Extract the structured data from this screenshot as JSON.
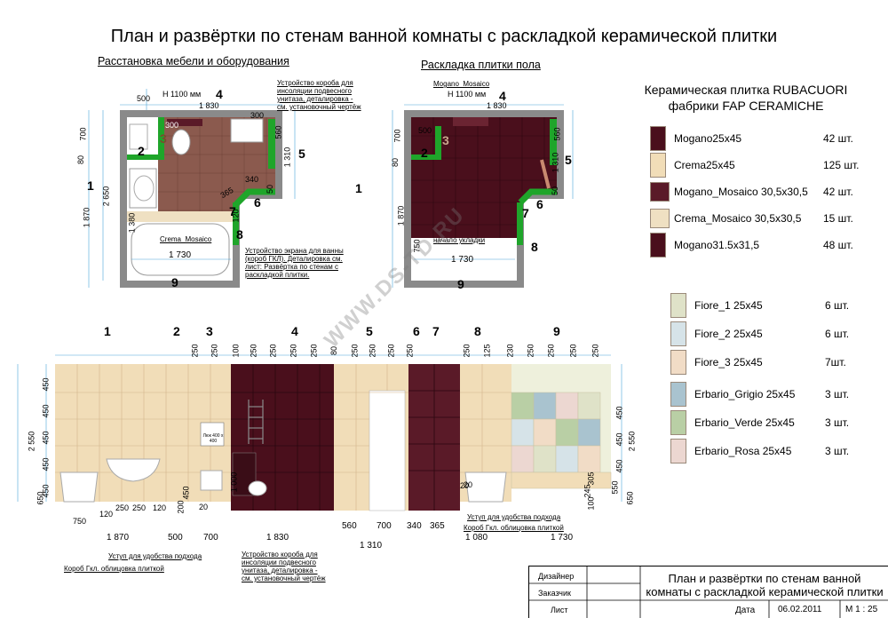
{
  "title": "План и развёртки по стенам ванной комнаты с раскладкой керамической плитки",
  "plan_furniture": {
    "subtitle": "Расстановка мебели и оборудования",
    "note_box_top": [
      "Устройство короба для",
      "инсоляции подвесного",
      "унитаза, деталировка -",
      "см. установочный чертёж"
    ],
    "note_screen": [
      "Устройство экрана для ванны",
      "(короб ГКЛ). Деталировка см.",
      "лист: Развёртка по стенам с",
      "раскладкой плитки."
    ],
    "h_label": "Н 1100 мм",
    "cm_label": "СМ",
    "crema_label": "Crema_Mosaico",
    "dims": {
      "d500": "500",
      "d1830": "1 830",
      "d300a": "300",
      "d300b": "300",
      "d700": "700",
      "d80": "80",
      "d2650": "2 650",
      "d1870": "1 870",
      "d560": "560",
      "d1310": "1 310",
      "d340": "340",
      "d365": "365",
      "d50": "50",
      "d120": "120",
      "d1380": "1 380",
      "d1730": "1 730"
    }
  },
  "plan_floor": {
    "subtitle": "Раскладка плитки пола",
    "mosaico_label": "Mogano_Mosaico",
    "h_label": "Н 1100 мм",
    "start_label": "начало укладки",
    "dims": {
      "d500": "500",
      "d1830": "1 830",
      "d700": "700",
      "d80": "80",
      "d1870": "1 870",
      "d560": "560",
      "d1310": "1 310",
      "d50": "50",
      "d750": "750",
      "d1730": "1 730"
    }
  },
  "wall_numbers": {
    "w1": "1",
    "w2": "2",
    "w3": "3",
    "w4": "4",
    "w5": "5",
    "w6": "6",
    "w7": "7",
    "w8": "8",
    "w9": "9"
  },
  "legend": {
    "title_line1": "Керамическая плитка  RUBACUORI",
    "title_line2": "фабрики FAP CERAMICHE",
    "items": [
      {
        "name": "Mogano25x45",
        "qty": "42 шт.",
        "color": "#4a0f1c"
      },
      {
        "name": "Crema25x45",
        "qty": "125 шт.",
        "color": "#f1ddb8"
      },
      {
        "name": "Mogano_Mosaico 30,5x30,5",
        "qty": "42 шт.",
        "color": "#5a1a28"
      },
      {
        "name": "Crema_Mosaico 30,5x30,5",
        "qty": "15 шт.",
        "color": "#efe0c2"
      },
      {
        "name": "Mogano31.5x31,5",
        "qty": "48 шт.",
        "color": "#4a0f1c"
      }
    ],
    "decor": [
      {
        "name": "Fiore_1  25x45",
        "qty": "6 шт.",
        "color": "#dfe2c8"
      },
      {
        "name": "Fiore_2  25x45",
        "qty": "6 шт.",
        "color": "#d6e3e8"
      },
      {
        "name": "Fiore_3  25x45",
        "qty": "7шт.",
        "color": "#f1dcc6"
      },
      {
        "name": "Erbario_Grigio 25x45",
        "qty": "3 шт.",
        "color": "#a9c3cf"
      },
      {
        "name": "Erbario_Verde 25x45",
        "qty": "3 шт.",
        "color": "#b9cfa5"
      },
      {
        "name": "Erbario_Rosa 25x45",
        "qty": "3 шт.",
        "color": "#ecd7d1"
      }
    ]
  },
  "elevation": {
    "top_dims": [
      "250",
      "250",
      "100",
      "250",
      "250",
      "250",
      "250",
      "80",
      "250",
      "250",
      "250",
      "250",
      "250",
      "125",
      "230",
      "250",
      "250",
      "250",
      "250"
    ],
    "side_dims": [
      "450",
      "450",
      "450",
      "450",
      "450"
    ],
    "height_left": "2 550",
    "height_right": "2 550",
    "left_650": "650",
    "right_650": "650",
    "right_550": "550",
    "bottom_small": [
      "750",
      "120",
      "250",
      "250",
      "120",
      "200",
      "20",
      "450",
      "1 000",
      "20"
    ],
    "bottom_main": [
      "1 870",
      "500",
      "700",
      "1 830",
      "560",
      "700",
      "340",
      "365",
      "1 080",
      "1 730"
    ],
    "bottom_1310": "1 310",
    "right_mid": [
      "20",
      "245",
      "305",
      "100"
    ],
    "right_mid2": [
      "450",
      "450",
      "450"
    ],
    "hatch_label": "Люк 400 х 400",
    "notes_left": [
      "Уступ для удобства подхода",
      "Короб Гкл. облицовка плиткой"
    ],
    "notes_right": [
      "Уступ для удобства подхода",
      "Короб Гкл. облицовка плиткой"
    ],
    "notes_center": [
      "Устройство короба для",
      "инсоляции  подвесного",
      "унитаза, деталировка -",
      "см. установочный чертёж"
    ]
  },
  "watermark": "WWW.DS-TD.RU",
  "stamp": {
    "designer": "Дизайнер",
    "customer": "Заказчик",
    "sheet": "Лист",
    "title_line1": "План и развёртки по стенам ванной",
    "title_line2": "комнаты с раскладкой керамической плитки",
    "date_label": "Дата",
    "date": "06.02.2011",
    "scale": "М 1 : 25"
  },
  "colors": {
    "mogano": "#4a0f1c",
    "crema": "#f1ddb8",
    "wall": "#8a8a8a",
    "green": "#1fa52a",
    "floor": "#8b5a4e"
  }
}
